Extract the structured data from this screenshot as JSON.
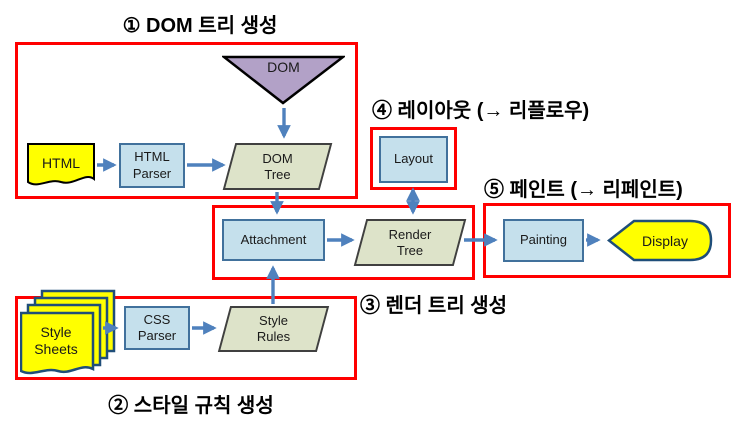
{
  "titles": {
    "step1": "① DOM 트리 생성",
    "step2": "② 스타일 규칙 생성",
    "step3": "③ 렌더 트리 생성",
    "step4": "④ 레이아웃 (→ 리플로우)",
    "step5": "⑤ 페인트 (→ 리페인트)"
  },
  "nodes": {
    "html": {
      "label": "HTML"
    },
    "html_parser": {
      "label": "HTML Parser"
    },
    "dom": {
      "label": "DOM"
    },
    "dom_tree": {
      "label": "DOM Tree"
    },
    "attachment": {
      "label": "Attachment"
    },
    "render_tree": {
      "label": "Render Tree"
    },
    "layout": {
      "label": "Layout"
    },
    "painting": {
      "label": "Painting"
    },
    "display": {
      "label": "Display"
    },
    "style_sheets": {
      "label": "Style Sheets"
    },
    "css_parser": {
      "label": "CSS Parser"
    },
    "style_rules": {
      "label": "Style Rules"
    }
  },
  "colors": {
    "frame": "#FF0000",
    "arrow": "#4F81BD",
    "process_fill": "#C5E0EC",
    "process_border": "#41719C",
    "data_fill": "#DDE3C9",
    "data_border": "#404040",
    "document_fill": "#FFFF00",
    "document_border_html": "#000000",
    "document_border_sheets": "#1F4E79",
    "triangle_fill": "#B2A1C7",
    "triangle_border": "#000000",
    "display_fill": "#FFFF00",
    "display_border": "#1F4E79",
    "text": "#1A1A1A",
    "title_text": "#000000",
    "background": "#FFFFFF"
  }
}
